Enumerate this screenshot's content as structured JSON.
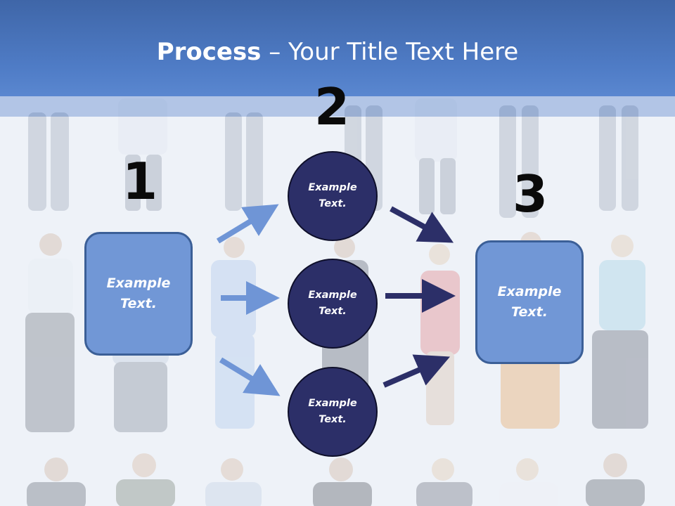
{
  "slide": {
    "title_bold": "Process",
    "title_rest": " – Your Title Text Here"
  },
  "steps": {
    "step1_number": "1",
    "step2_number": "2",
    "step3_number": "3"
  },
  "boxes": {
    "left_line1": "Example",
    "left_line2": "Text.",
    "right_line1": "Example",
    "right_line2": "Text."
  },
  "circles": [
    {
      "line1": "Example",
      "line2": "Text."
    },
    {
      "line1": "Example",
      "line2": "Text."
    },
    {
      "line1": "Example",
      "line2": "Text."
    }
  ],
  "colors": {
    "header": "#4f7cc6",
    "box_fill": "#7197d6",
    "circle_fill": "#2c2f68",
    "arrow_light": "#6f95d6",
    "arrow_dark": "#2c2f68"
  },
  "background": {
    "description_icon": "people-crowd-image"
  }
}
